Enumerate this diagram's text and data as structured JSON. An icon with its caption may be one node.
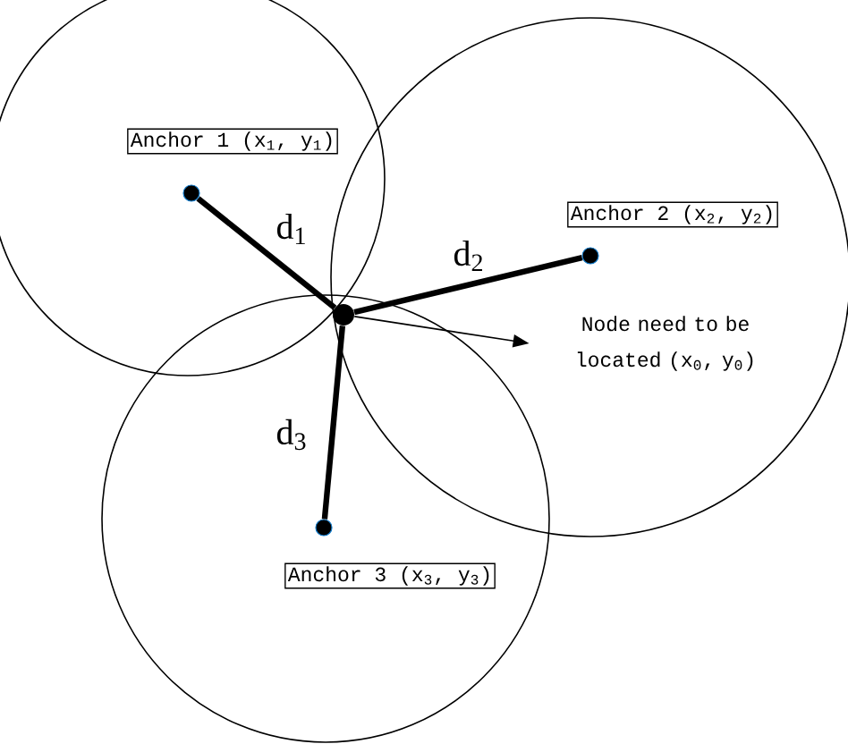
{
  "diagram": {
    "nodes": [
      {
        "text": [
          "Anchor 1 (x$_{1}$, y$_{1}$)"
        ]
      },
      {
        "text": [],
        "shape": "circle"
      },
      {
        "text": [
          "Anchor 2 (x$_{2}$, y$_{2}$)"
        ]
      },
      {
        "text": [],
        "shape": "circle"
      },
      {
        "text": [
          "Anchor 3 (x$_{3}$, y$_{3}$)"
        ]
      },
      {
        "text": [],
        "shape": "circle"
      },
      {
        "text": [],
        "shape": "circle"
      },
      {
        "text": [
          "Node need to be located (x$_{0}$, y$_{0}$)"
        ]
      }
    ],
    "edges": [
      {
        "from": 1,
        "to": 6,
        "arrow": "none",
        "label": "d$_{1}$"
      },
      {
        "from": 3,
        "to": 6,
        "arrow": "none",
        "label": "d$_{2}$"
      },
      {
        "from": 5,
        "to": 6,
        "arrow": "none",
        "label": "d$_{3}$"
      },
      {
        "from": 6,
        "to": 7,
        "arrow": "to"
      }
    ]
  }
}
